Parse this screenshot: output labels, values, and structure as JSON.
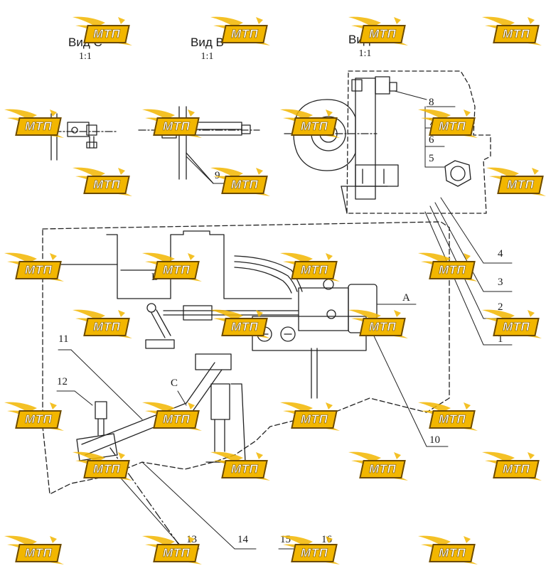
{
  "views": {
    "c": {
      "title": "Вид С",
      "scale": "1:1"
    },
    "b": {
      "title": "Вид В",
      "scale": "1:1"
    },
    "a": {
      "title": "Вид А",
      "scale": "1:1"
    }
  },
  "callouts": [
    "1",
    "2",
    "3",
    "4",
    "5",
    "6",
    "7",
    "8",
    "9",
    "10",
    "11",
    "12",
    "13",
    "14",
    "15",
    "16"
  ],
  "letters": {
    "a": "А",
    "b": "В",
    "c": "С"
  },
  "watermark": {
    "text": "МТП",
    "color": "#f2b600",
    "outline": "#6b4a00"
  }
}
